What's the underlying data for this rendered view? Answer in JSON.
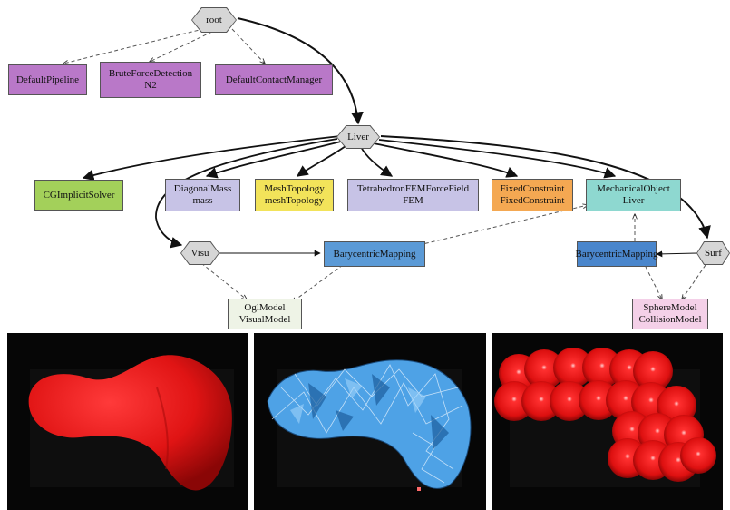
{
  "colors": {
    "purple": "#b978c8",
    "lavender": "#c7c3e6",
    "green": "#a3d05a",
    "yellow": "#f2e35a",
    "orange": "#f4a852",
    "teal": "#8ed8d0",
    "blue": "#5b9ad6",
    "blue_dark": "#4a86cc",
    "pale_green": "#eef3e6",
    "pink": "#f4d0e8",
    "hex_fill": "#d6d6d6",
    "liver_red": "#ee1c1c",
    "mesh_blue": "#4ea2e6",
    "panel_bg": "#060606"
  },
  "nodes": {
    "root": "root",
    "pipeline": "DefaultPipeline",
    "bruteforce": [
      "BruteForceDetection",
      "N2"
    ],
    "contact": "DefaultContactManager",
    "liver": "Liver",
    "cgsolver": "CGImplicitSolver",
    "diagmass": [
      "DiagonalMass",
      "mass"
    ],
    "meshtopo": [
      "MeshTopology",
      "meshTopology"
    ],
    "tetra": [
      "TetrahedronFEMForceField",
      "FEM"
    ],
    "fixed": [
      "FixedConstraint",
      "FixedConstraint"
    ],
    "mechobj": [
      "MechanicalObject",
      "Liver"
    ],
    "visu": "Visu",
    "bary_visu": "BarycentricMapping",
    "oglmodel": [
      "OglModel",
      "VisualModel"
    ],
    "bary_surf": "BarycentricMapping",
    "surf": "Surf",
    "sphere": [
      "SphereModel",
      "CollisionModel"
    ]
  },
  "panels": {
    "visual_icon": "visual-model-render",
    "mesh_icon": "fem-mesh-render",
    "collision_icon": "sphere-collision-render"
  }
}
